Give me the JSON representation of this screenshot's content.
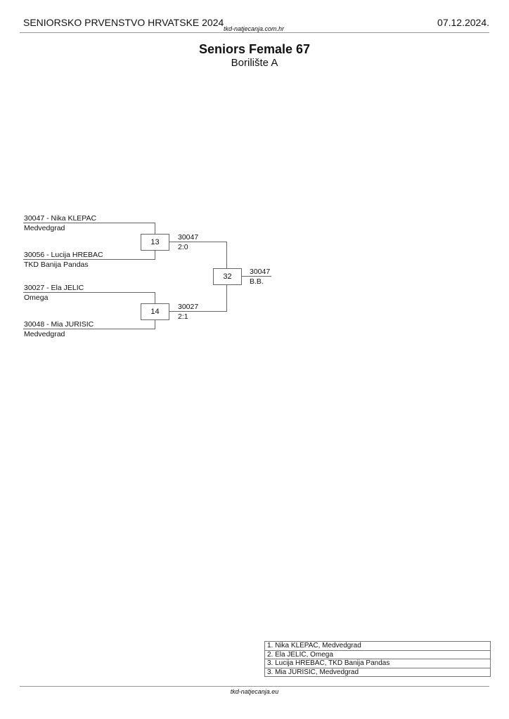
{
  "header": {
    "title": "SENIORSKO PRVENSTVO HRVATSKE 2024",
    "site": "tkd-natjecanja.com.hr",
    "date": "07.12.2024."
  },
  "category": {
    "title": "Seniors Female 67",
    "area": "Borilište A"
  },
  "bracket": {
    "competitors": [
      {
        "name": "30047 - Nika KLEPAC",
        "club": "Medvedgrad"
      },
      {
        "name": "30056 - Lucija HREBAC",
        "club": "TKD Banija Pandas"
      },
      {
        "name": "30027 - Ela JELIC",
        "club": "Omega"
      },
      {
        "name": "30048 - Mia JURISIC",
        "club": "Medvedgrad"
      }
    ],
    "matches": [
      {
        "number": "13",
        "winner": "30047",
        "score": "2:0"
      },
      {
        "number": "14",
        "winner": "30027",
        "score": "2:1"
      },
      {
        "number": "32",
        "winner": "30047",
        "score": "B.B."
      }
    ]
  },
  "results": [
    "1. Nika KLEPAC, Medvedgrad",
    "2. Ela JELIC, Omega",
    "3. Lucija HREBAC, TKD Banija Pandas",
    "3. Mia JURISIC, Medvedgrad"
  ],
  "footer": {
    "site": "tkd-natjecanja.eu"
  }
}
